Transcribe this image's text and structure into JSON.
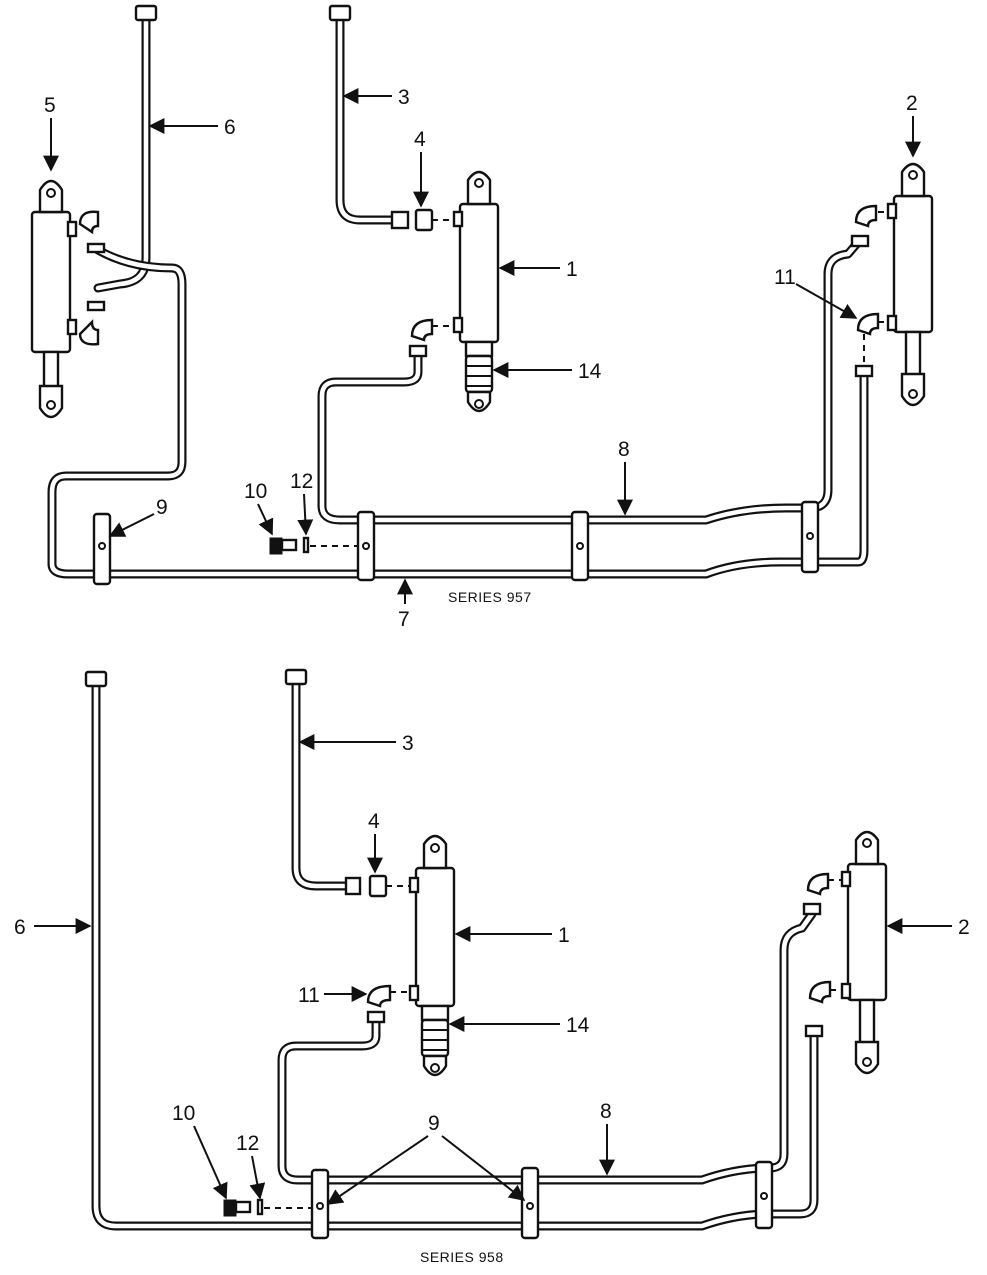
{
  "diagrams": [
    {
      "caption": "SERIES 957",
      "labels": [
        "1",
        "2",
        "3",
        "4",
        "5",
        "6",
        "7",
        "8",
        "9",
        "10",
        "11",
        "12",
        "14"
      ]
    },
    {
      "caption": "SERIES 958",
      "labels": [
        "1",
        "2",
        "3",
        "4",
        "6",
        "8",
        "9",
        "10",
        "11",
        "12",
        "14"
      ]
    }
  ]
}
